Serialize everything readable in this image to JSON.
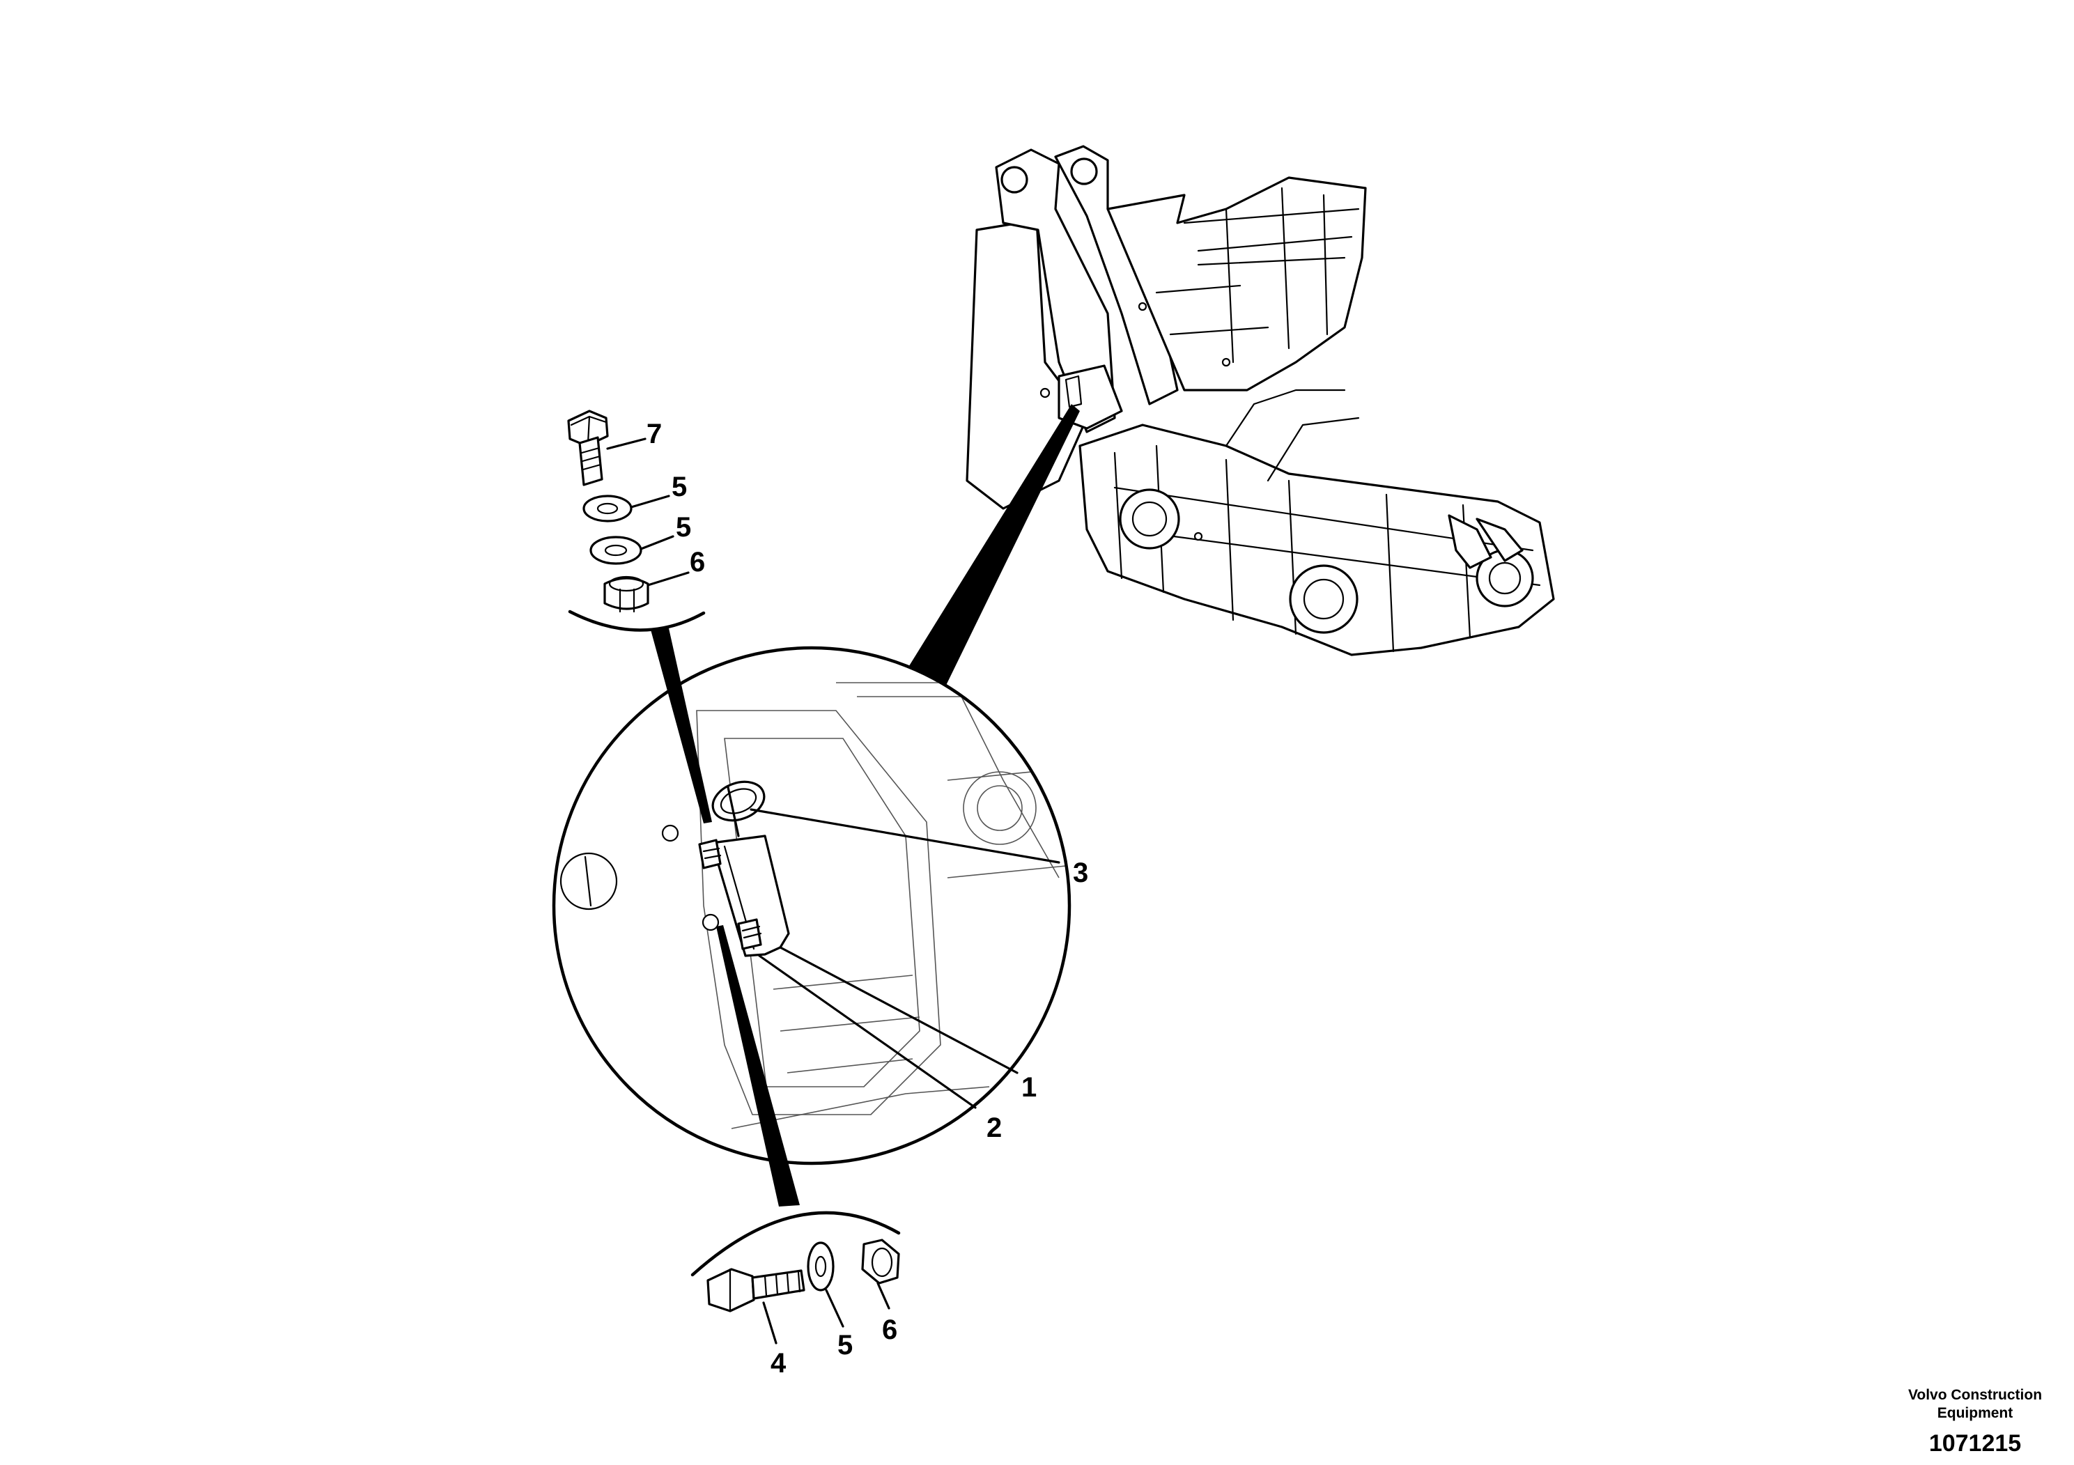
{
  "callouts": {
    "c1": "1",
    "c2": "2",
    "c3": "3",
    "c4": "4",
    "c5a": "5",
    "c5b": "5",
    "c5c": "5",
    "c6a": "6",
    "c6b": "6",
    "c7": "7"
  },
  "footer": {
    "company_line1": "Volvo Construction",
    "company_line2": "Equipment",
    "illustration_number": "1071215"
  }
}
